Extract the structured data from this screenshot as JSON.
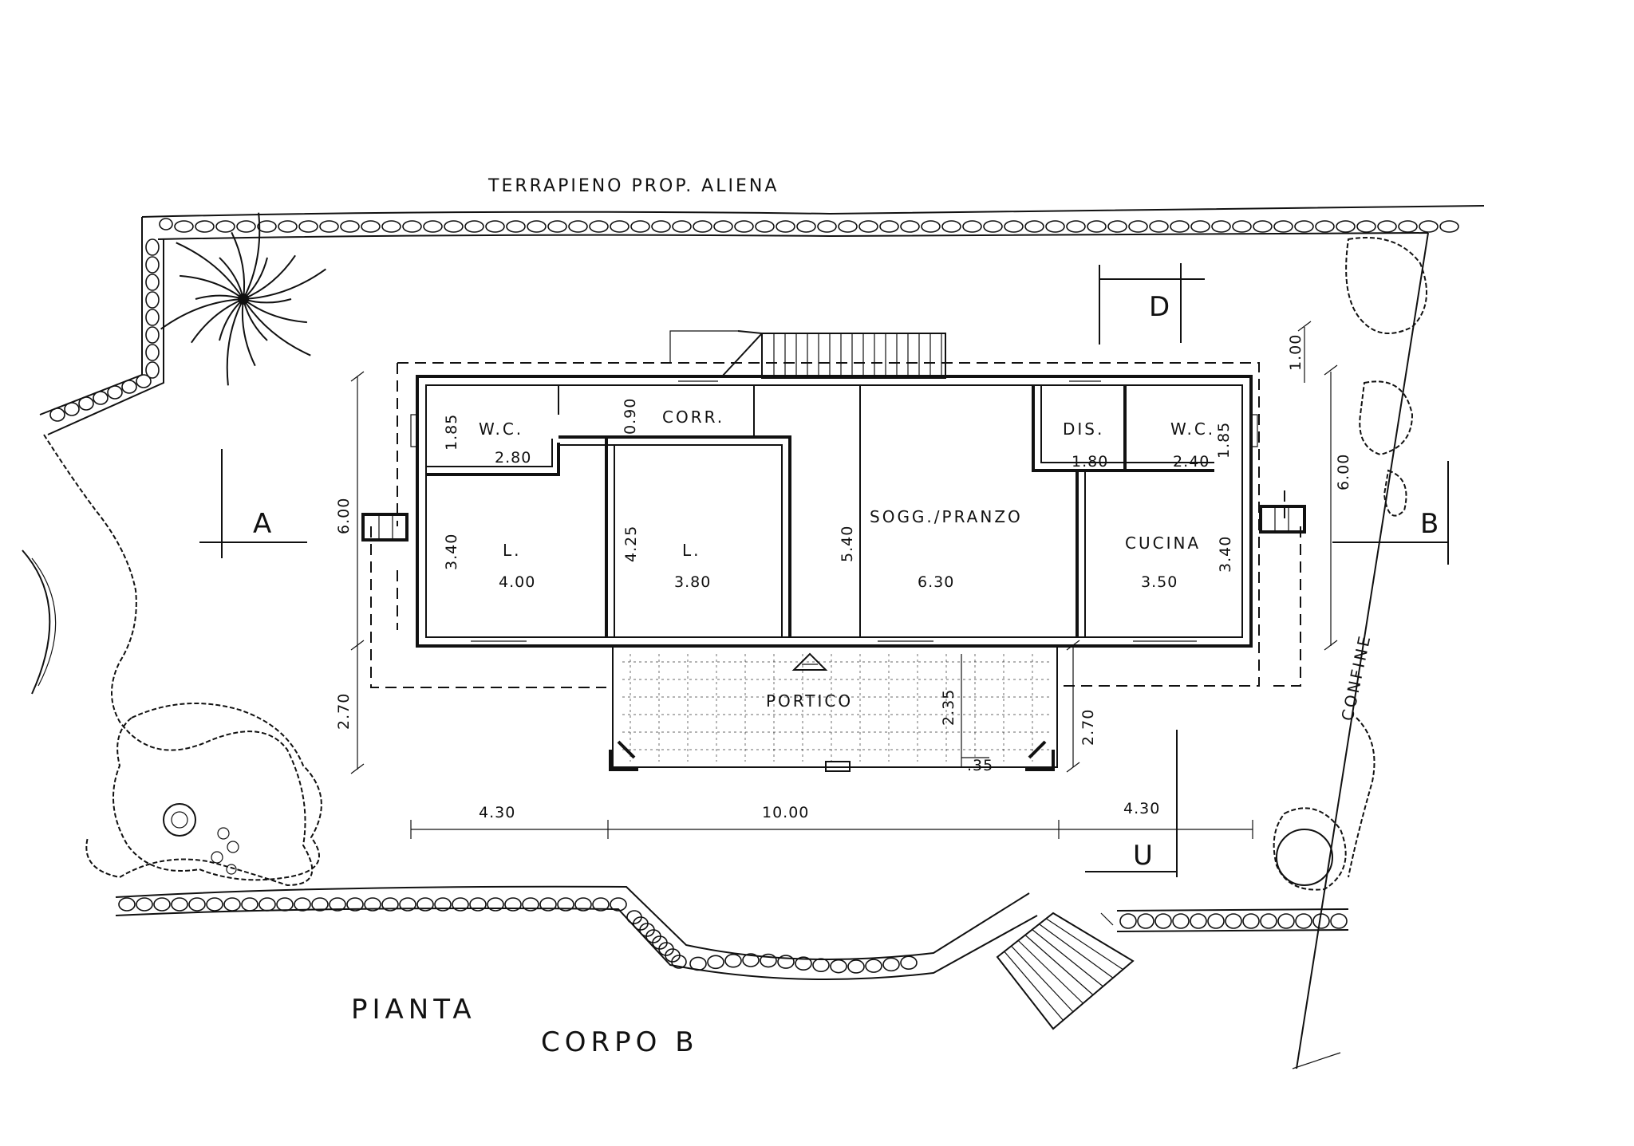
{
  "labels": {
    "top": "TERRAPIENO PROP. ALIENA",
    "title_line1": "PIANTA",
    "title_line2": "CORPO B",
    "confine": "CONFINE",
    "portico": "PORTICO",
    "corr": "CORR.",
    "wc": "W.C.",
    "dis": "DIS.",
    "letto": "L.",
    "soggiorno": "SOGG./PRANZO",
    "cucina": "CUCINA"
  },
  "sections": {
    "a": "A",
    "b": "B",
    "d": "D",
    "u": "U"
  },
  "dims": {
    "wc_left_w": "2.80",
    "wc_left_h": "1.85",
    "corr_h": "0.90",
    "dis_w": "1.80",
    "wc_right_w": "2.40",
    "wc_right_h": "1.85",
    "bed1_w": "4.00",
    "bed1_h": "3.40",
    "bed2_w": "3.80",
    "bed2_h": "4.25",
    "living_w": "6.30",
    "living_h": "5.40",
    "kitchen_w": "3.50",
    "kitchen_h": "3.40",
    "overall_left_h": "6.00",
    "overall_right_h": "6.00",
    "top_offset": "1.00",
    "portico_left_h": "2.70",
    "portico_right_h": "2.70",
    "portico_inner_h": "2.35",
    "portico_pillar": ".35",
    "bottom_left": "4.30",
    "bottom_mid": "10.00",
    "bottom_right": "4.30"
  }
}
